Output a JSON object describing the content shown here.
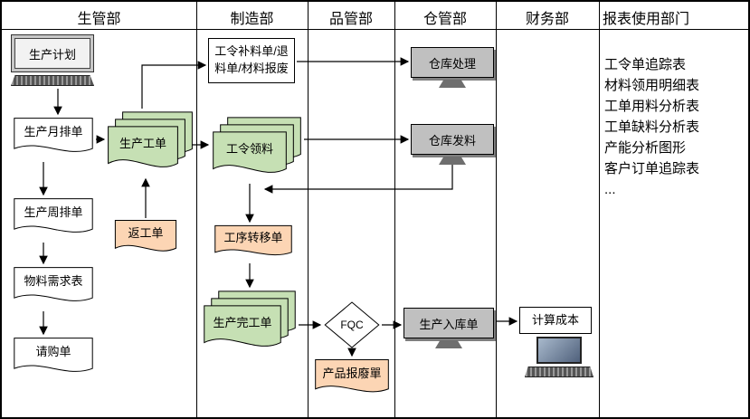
{
  "lanes": [
    {
      "label": "生管部"
    },
    {
      "label": "制造部"
    },
    {
      "label": "品管部"
    },
    {
      "label": "仓管部"
    },
    {
      "label": "财务部"
    },
    {
      "label": "报表使用部门"
    }
  ],
  "nodes": {
    "production_plan": {
      "label": "生产计划",
      "shape": "computer"
    },
    "monthly_schedule": {
      "label": "生产月排单",
      "shape": "document"
    },
    "weekly_schedule": {
      "label": "生产周排单",
      "shape": "document"
    },
    "material_request": {
      "label": "物料需求表",
      "shape": "document"
    },
    "purchase_request": {
      "label": "请购单",
      "shape": "document"
    },
    "work_order": {
      "label": "生产工单",
      "shape": "document-stack"
    },
    "rework_order": {
      "label": "返工单",
      "shape": "document"
    },
    "supplement_box": {
      "label": "工令补料单/退料单/材料报废",
      "shape": "process"
    },
    "order_picking": {
      "label": "工令领料",
      "shape": "document-stack"
    },
    "process_transfer": {
      "label": "工序转移单",
      "shape": "document"
    },
    "completion_order": {
      "label": "生产完工单",
      "shape": "document-stack"
    },
    "fqc": {
      "label": "FQC",
      "shape": "decision"
    },
    "product_scrap": {
      "label": "产品报廢單",
      "shape": "document"
    },
    "warehouse_process": {
      "label": "仓库处理",
      "shape": "process"
    },
    "warehouse_issue": {
      "label": "仓库发料",
      "shape": "process"
    },
    "stockin_order": {
      "label": "生产入库单",
      "shape": "process"
    },
    "cost_calc": {
      "label": "计算成本",
      "shape": "process"
    }
  },
  "reports": {
    "items": [
      "工令单追踪表",
      "材料领用明细表",
      "工单用料分析表",
      "工单缺料分析表",
      "产能分析图形",
      "客户订单追踪表",
      "..."
    ]
  },
  "colors": {
    "doc_green": "#c6e0b4",
    "doc_orange": "#fcd5b4",
    "process_gray": "#c0c0c0",
    "border": "#000000"
  }
}
